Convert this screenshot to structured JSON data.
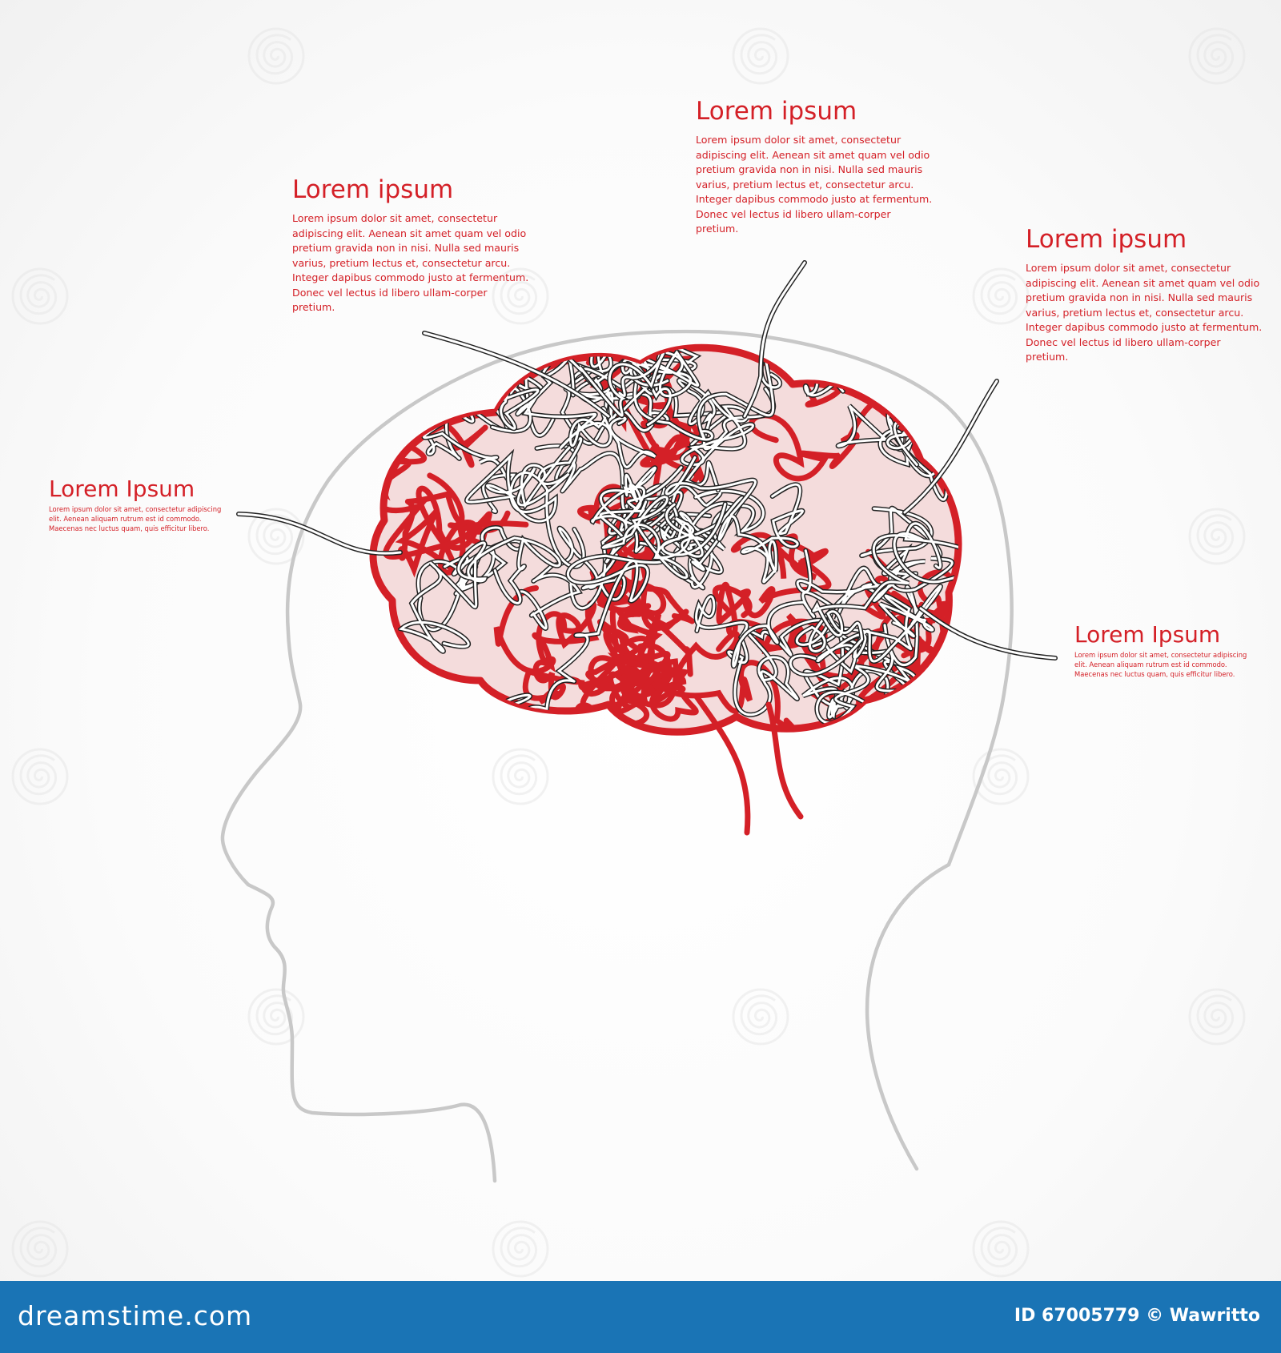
{
  "callouts": [
    {
      "title": "Lorem ipsum",
      "body": "Lorem ipsum dolor sit amet, consectetur adipiscing elit. Aenean sit amet quam vel odio pretium gravida non in nisi. Nulla sed mauris varius, pretium lectus et, consectetur arcu. Integer dapibus commodo justo at fermentum. Donec vel lectus id libero ullam-corper pretium."
    },
    {
      "title": "Lorem ipsum",
      "body": "Lorem ipsum dolor sit amet, consectetur adipiscing elit. Aenean sit amet quam vel odio pretium gravida non in nisi. Nulla sed mauris varius, pretium lectus et, consectetur arcu. Integer dapibus commodo justo at fermentum. Donec vel lectus id libero ullam-corper pretium."
    },
    {
      "title": "Lorem ipsum",
      "body": "Lorem ipsum dolor sit amet, consectetur adipiscing elit. Aenean sit amet quam vel odio pretium gravida non in nisi. Nulla sed mauris varius, pretium lectus et, consectetur arcu. Integer dapibus commodo justo at fermentum. Donec vel lectus id libero ullam-corper pretium."
    },
    {
      "title": "Lorem Ipsum",
      "body": "Lorem ipsum dolor sit amet, consectetur adipiscing elit. Aenean aliquam rutrum est id commodo. Maecenas nec luctus quam, quis efficitur libero."
    },
    {
      "title": "Lorem Ipsum",
      "body": "Lorem ipsum dolor sit amet, consectetur adipiscing elit. Aenean aliquam rutrum est id commodo. Maecenas nec luctus quam, quis efficitur libero."
    }
  ],
  "footer": {
    "logo": "dreamstime.com",
    "id_text": "ID 67005779 © Wawritto"
  },
  "colors": {
    "accent": "#d42027",
    "head_outline": "#c8c8c8",
    "footer_bg": "#1a74b5",
    "wire": "#222222"
  },
  "icons": {
    "watermark": "spiral-watermark-icon"
  }
}
